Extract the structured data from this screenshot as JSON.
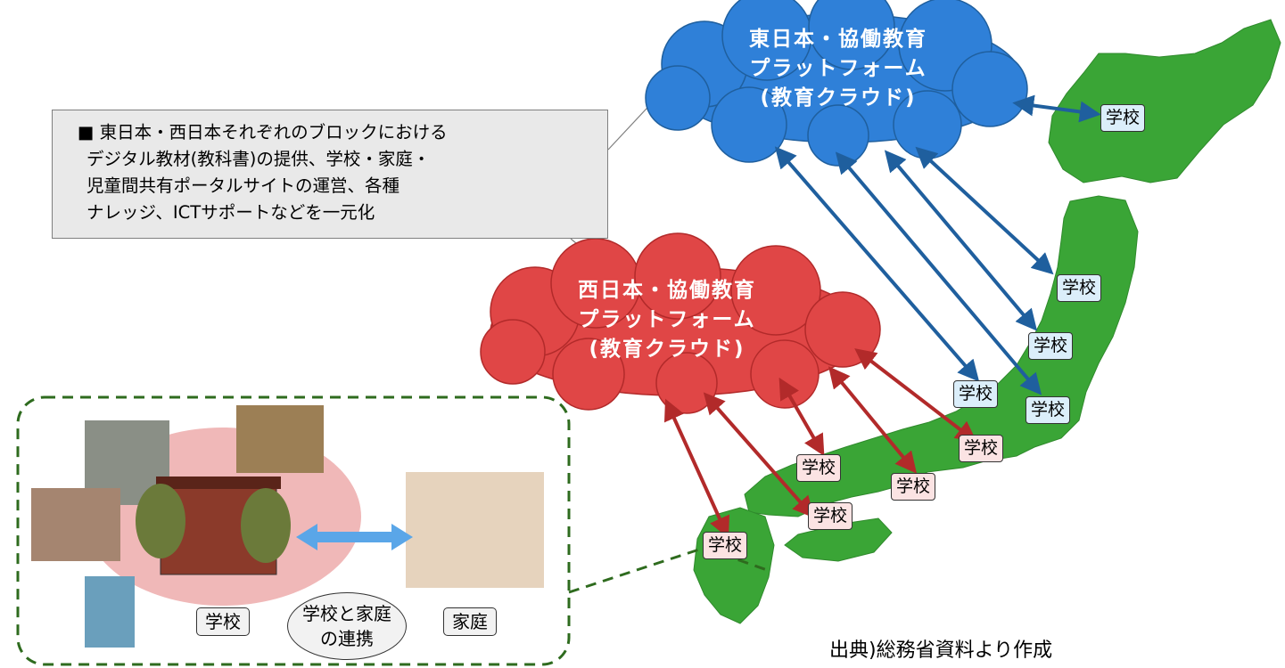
{
  "callout": {
    "lines": [
      "■ 東日本・西日本それぞれのブロックにおける",
      "デジタル教材(教科書)の提供、学校・家庭・",
      "児童間共有ポータルサイトの運営、各種",
      "ナレッジ、ICTサポートなどを一元化"
    ]
  },
  "east_cloud": {
    "lines": [
      "東日本・協働教育",
      "プラットフォーム",
      "(教育クラウド)"
    ],
    "color": "#2f80d8"
  },
  "west_cloud": {
    "lines": [
      "西日本・協働教育",
      "プラットフォーム",
      "(教育クラウド)"
    ],
    "color": "#e04646"
  },
  "school_label": "学校",
  "inset": {
    "school_label": "学校",
    "link_label_lines": [
      "学校と家庭",
      "の連携"
    ],
    "home_label": "家庭"
  },
  "source": "出典)総務省資料より作成",
  "colors": {
    "map_green": "#3aa536",
    "east_arrow": "#1f5f9e",
    "west_arrow": "#b22a2a",
    "inset_border": "#2e6b1e"
  }
}
